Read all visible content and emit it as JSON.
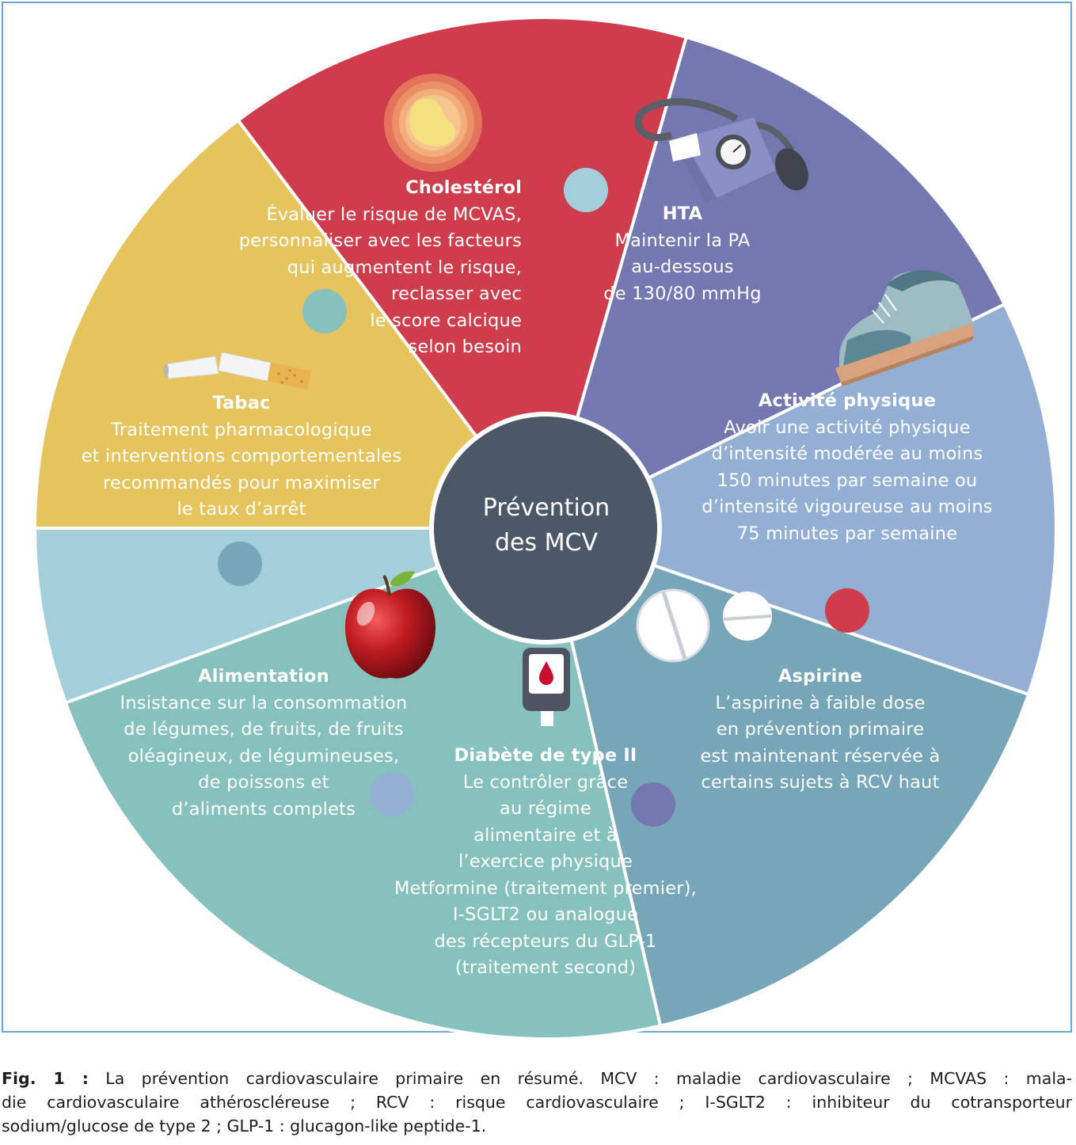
{
  "center": {
    "lines": [
      "Prévention",
      "des MCV"
    ]
  },
  "segments": [
    {
      "id": "cholesterol",
      "title": "Cholestérol",
      "lines": [
        "Évaluer le risque de MCVAS,",
        "personnaliser avec les facteurs",
        "qui augmentent le risque,",
        "reclasser avec",
        "le score calcique",
        "selon besoin"
      ],
      "icon": "artery-plaque-icon",
      "color": "#a3cfdb"
    },
    {
      "id": "hta",
      "title": "HTA",
      "lines": [
        "Maintenir la PA",
        "au-dessous",
        "de 130/80 mmHg"
      ],
      "icon": "blood-pressure-cuff-icon",
      "color": "#e5c45e"
    },
    {
      "id": "activite",
      "title": "Activité physique",
      "lines": [
        "Avoir une activité physique",
        "d’intensité modérée au moins",
        "150 minutes par semaine ou",
        "d’intensité vigoureuse au moins",
        "75 minutes par semaine"
      ],
      "icon": "sneaker-icon",
      "color": "#cf3d4d"
    },
    {
      "id": "aspirine",
      "title": "Aspirine",
      "lines": [
        "L’aspirine à faible dose",
        "en prévention primaire",
        "est maintenant réservée à",
        "certains sujets à RCV haut"
      ],
      "icon": "pills-icon",
      "color": "#7578b0"
    },
    {
      "id": "diabete",
      "title": "Diabète de type II",
      "lines": [
        "Le contrôler grâce",
        "au régime",
        "alimentaire et à",
        "l’exercice physique",
        "Metformine (traitement premier),",
        "I-SGLT2 ou analogue",
        "des récepteurs du GLP-1",
        "(traitement second)"
      ],
      "icon": "glucose-meter-icon",
      "color": "#93b0d4"
    },
    {
      "id": "alimentation",
      "title": "Alimentation",
      "lines": [
        "Insistance sur la consommation",
        "de légumes, de fruits, de fruits",
        "oléagineux, de légumineuses,",
        "de poissons et",
        "d’aliments complets"
      ],
      "icon": "apple-icon",
      "color": "#76a6b8"
    },
    {
      "id": "tabac",
      "title": "Tabac",
      "lines": [
        "Traitement pharmacologique",
        "et interventions comportementales",
        "recommandés pour maximiser",
        "le taux d’arrêt"
      ],
      "icon": "broken-cigarette-icon",
      "color": "#86c1bd"
    }
  ],
  "colors": {
    "center": "#4c5868",
    "frame": "#6aa6cd",
    "divider": "#ffffff"
  },
  "caption": {
    "label": "Fig. 1 :",
    "lines": [
      "La prévention cardiovasculaire primaire en résumé. MCV : maladie cardiovasculaire ; MCVAS : mala-",
      "die cardiovasculaire athéroscléreuse ; RCV : risque cardiovasculaire ; I-SGLT2 : inhibiteur du cotransporteur",
      "sodium/glucose de type 2 ; GLP-1 : glucagon-like peptide-1."
    ]
  }
}
